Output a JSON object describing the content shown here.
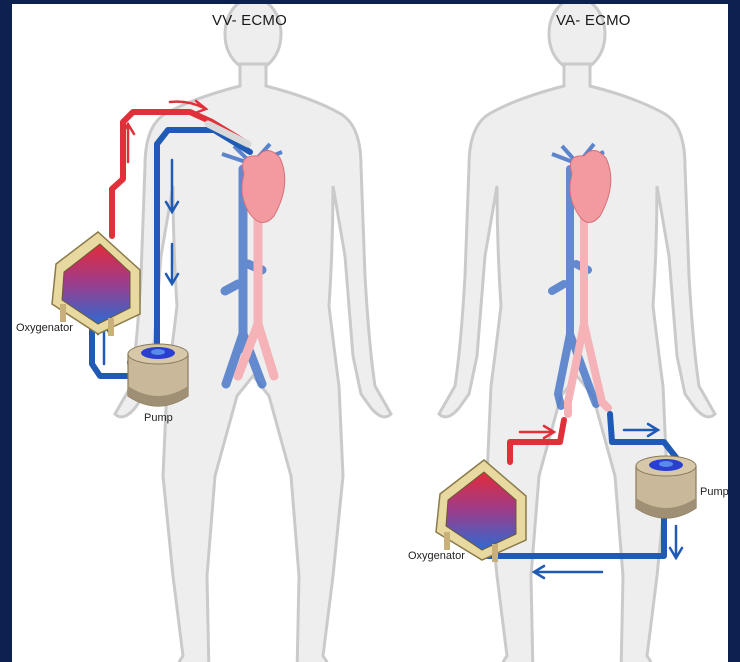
{
  "diagram": {
    "vv": {
      "title": "VV- ECMO",
      "oxygenator_label": "Oxygenator",
      "pump_label": "Pump"
    },
    "va": {
      "title": "VA- ECMO",
      "oxygenator_label": "Oxygenator",
      "pump_label": "Pump"
    }
  },
  "colors": {
    "frame": "#0d2150",
    "body_outline": "#c8c8c8",
    "artery_red": "#e0303a",
    "vein_blue": "#1f5bb5",
    "heart_pink": "#f29aa0",
    "aorta_pink": "#f5b3b8",
    "oxygenator_housing": "#e8d9a0",
    "pump_housing": "#c9b89a"
  }
}
